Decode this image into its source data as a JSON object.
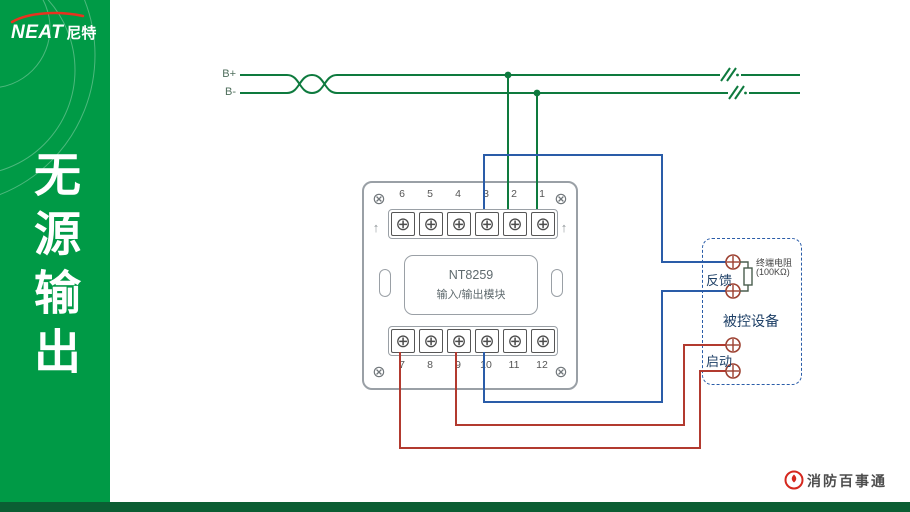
{
  "brand": {
    "logo_en": "NEAT",
    "logo_cn": "尼特"
  },
  "sidebar": {
    "title": "无源输出"
  },
  "bus": {
    "positive_label": "B+",
    "negative_label": "B-"
  },
  "module": {
    "model": "NT8259",
    "name": "输入/输出模块",
    "top_terminals": [
      "6",
      "5",
      "4",
      "3",
      "2",
      "1"
    ],
    "bottom_terminals": [
      "7",
      "8",
      "9",
      "10",
      "11",
      "12"
    ]
  },
  "device": {
    "title": "被控设备",
    "feedback_label": "反馈",
    "start_label": "启动",
    "resistor_name": "终端电阻",
    "resistor_value": "(100KΩ)"
  },
  "footer": {
    "logo_text": "消防百事通"
  },
  "icons": {
    "corner_screw": "⊗",
    "terminal_screw": "⊕",
    "arrow_up": "↑"
  },
  "colors": {
    "banner_green": "#009a46",
    "footer_green": "#0b5e33",
    "wire_green": "#0e7a3e",
    "wire_blue": "#2a5ca8",
    "wire_red": "#b23a2f",
    "terminal_maroon": "#9c4030",
    "navy": "#1d3f66",
    "module_gray": "#9aa0a6",
    "screw_gray": "#4c4c4c",
    "logo_red": "#e8321f"
  }
}
